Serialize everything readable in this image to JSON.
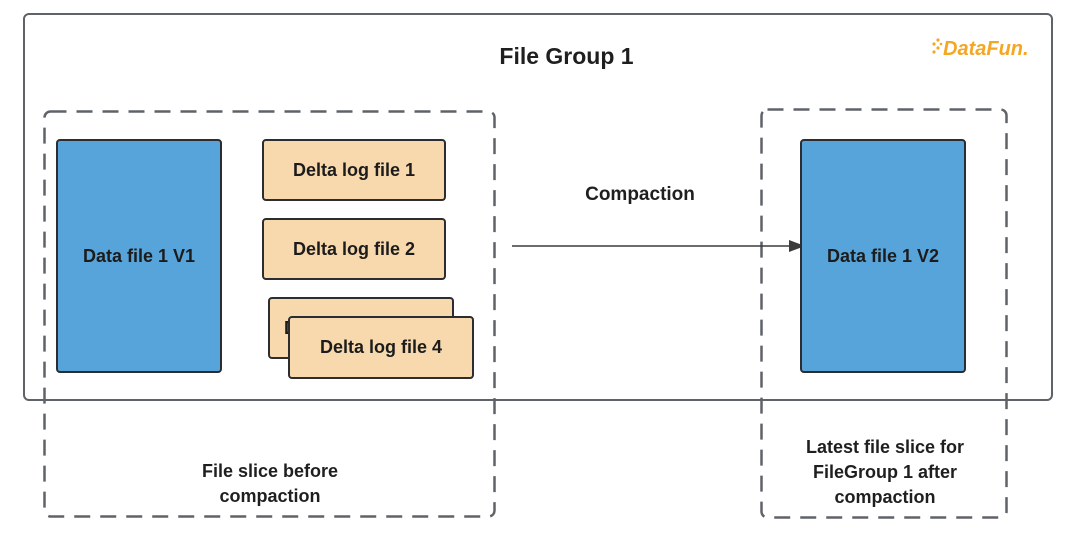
{
  "file_group": {
    "title": "File Group 1"
  },
  "logo": {
    "text": "DataFun.",
    "color": "#f5a623"
  },
  "slice_before": {
    "data_file": "Data file 1 V1",
    "delta_logs": [
      "Delta log file 1",
      "Delta log file 2",
      "D",
      "Delta log file 4"
    ],
    "caption_lines": [
      "File slice before",
      "compaction"
    ]
  },
  "compaction": {
    "label": "Compaction"
  },
  "slice_after": {
    "data_file": "Data file 1 V2",
    "caption_lines": [
      "Latest file slice for",
      "FileGroup 1 after",
      "compaction"
    ]
  },
  "colors": {
    "data_file_fill": "#57a4db",
    "delta_log_fill": "#f8d9ad",
    "outline": "#2b2d30",
    "group_border": "#5f6368"
  }
}
